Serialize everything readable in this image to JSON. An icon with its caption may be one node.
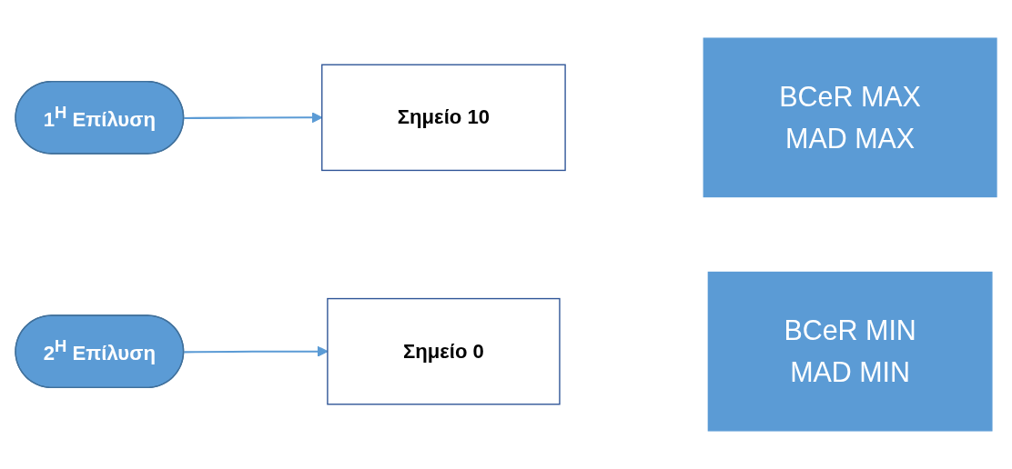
{
  "diagram": {
    "nodes": [
      {
        "text": [
          "1$^{Η}$ Επίλυση"
        ]
      },
      {
        "text": [
          "Σημείο 10"
        ]
      },
      {
        "text": [
          "BCeR MAX",
          "MAD MAX"
        ]
      },
      {
        "text": [
          "2$^{Η}$ Επίλυση"
        ]
      },
      {
        "text": [
          "Σημείο 0"
        ]
      },
      {
        "text": [
          "BCeR MIN",
          "MAD MIN"
        ]
      }
    ],
    "edges": [
      {
        "from": 0,
        "to": 1,
        "arrow": "to"
      },
      {
        "from": 3,
        "to": 4,
        "arrow": "to"
      }
    ]
  }
}
